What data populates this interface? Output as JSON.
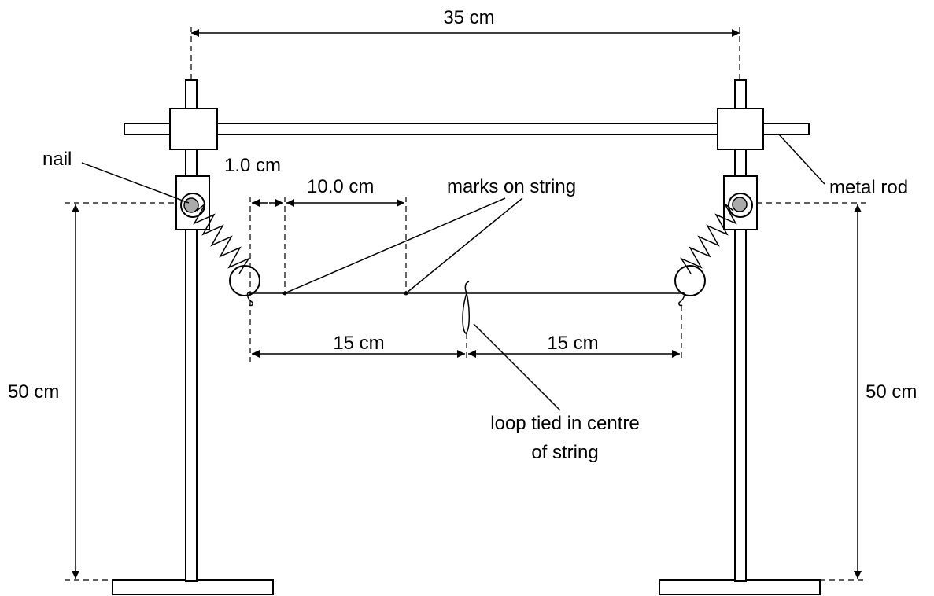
{
  "labels": {
    "top_width": "35 cm",
    "nail": "nail",
    "metal_rod": "metal rod",
    "mark_offset": "1.0 cm",
    "mark_spacing": "10.0 cm",
    "marks_on_string": "marks on string",
    "left_height": "50 cm",
    "right_height": "50 cm",
    "left_half": "15 cm",
    "right_half": "15 cm",
    "loop_line1": "loop tied in centre",
    "loop_line2": "of string"
  }
}
